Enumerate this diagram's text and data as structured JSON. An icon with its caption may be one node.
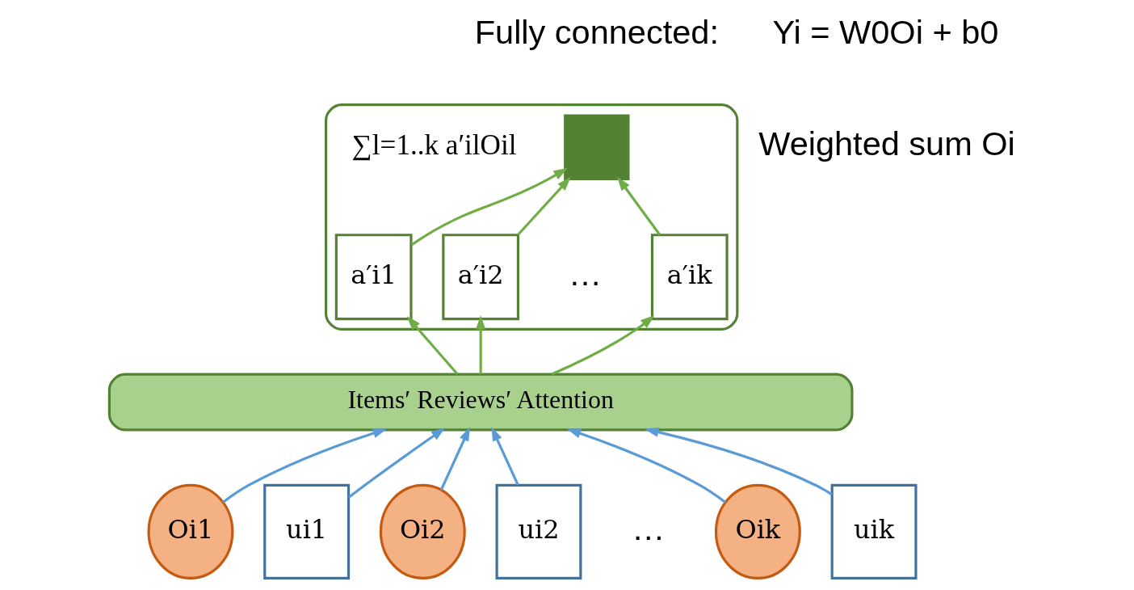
{
  "diagram": {
    "nodes": [
      {
        "text": [],
        "shape": "box"
      },
      {
        "text": [],
        "shape": "box",
        "in": 0,
        "beside": [
          "∑l=1..k a′ilOil"
        ]
      },
      {
        "text": [
          "a′i1"
        ],
        "in": 0
      },
      {
        "text": [
          "a′i2"
        ],
        "in": 0
      },
      {
        "text": [
          "a′ik"
        ],
        "in": 0
      },
      {
        "text": [
          "Items′ Reviews′ Attention"
        ]
      },
      {
        "text": [
          "Oi1"
        ]
      },
      {
        "text": [
          "ui1"
        ]
      },
      {
        "text": [
          "Oi2"
        ]
      },
      {
        "text": [
          "ui2"
        ]
      },
      {
        "text": [
          "Oik"
        ]
      },
      {
        "text": [
          "uik"
        ]
      }
    ],
    "edges": [
      {
        "from": 2,
        "to": 1,
        "arrow": "to",
        "color": "#70ad47"
      },
      {
        "from": 3,
        "to": 1,
        "arrow": "to",
        "color": "#70ad47"
      },
      {
        "from": 4,
        "to": 1,
        "arrow": "to",
        "color": "#70ad47"
      },
      {
        "from": 5,
        "to": 2,
        "arrow": "to",
        "color": "#70ad47"
      },
      {
        "from": 5,
        "to": 3,
        "arrow": "to",
        "color": "#70ad47"
      },
      {
        "from": 5,
        "to": 4,
        "arrow": "to",
        "color": "#70ad47"
      },
      {
        "from": 6,
        "to": 5,
        "arrow": "to",
        "color": "#5b9bd5"
      },
      {
        "from": 7,
        "to": 5,
        "arrow": "to",
        "color": "#5b9bd5"
      },
      {
        "from": 8,
        "to": 5,
        "arrow": "to",
        "color": "#5b9bd5"
      },
      {
        "from": 9,
        "to": 5,
        "arrow": "to",
        "color": "#5b9bd5"
      },
      {
        "from": 10,
        "to": 5,
        "arrow": "to",
        "color": "#5b9bd5"
      },
      {
        "from": 11,
        "to": 5,
        "arrow": "to",
        "color": "#5b9bd5"
      }
    ],
    "labels": [
      "Fully connected:",
      "Yi = W0Oi + b0",
      "Weighted sum Oi",
      "…",
      "…"
    ]
  }
}
